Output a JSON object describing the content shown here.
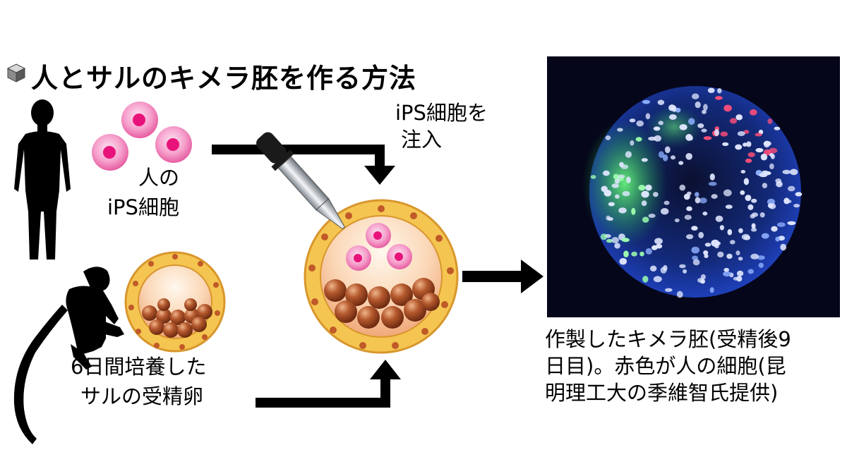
{
  "title": "人とサルのキメラ胚を作る方法",
  "labels": {
    "human_cells": [
      "人の",
      "iPS細胞"
    ],
    "injection": [
      "iPS細胞を",
      "注入"
    ],
    "monkey_egg": [
      "6日間培養した",
      "サルの受精卵"
    ]
  },
  "caption": [
    "作製したキメラ胚(受精後9",
    "日目)。赤色が人の細胞(昆",
    "明理工大の季維智氏提供)"
  ],
  "icons": [
    "cube-icon",
    "human-silhouette",
    "monkey-silhouette",
    "dropper-icon"
  ],
  "colors": {
    "ips_cell": "#ee5fa6",
    "ips_nucleus": "#e8137a",
    "trophoblast": "#f5c552",
    "inner_cell_mass": "#9c4a24",
    "photo_bg": "#05061a"
  }
}
